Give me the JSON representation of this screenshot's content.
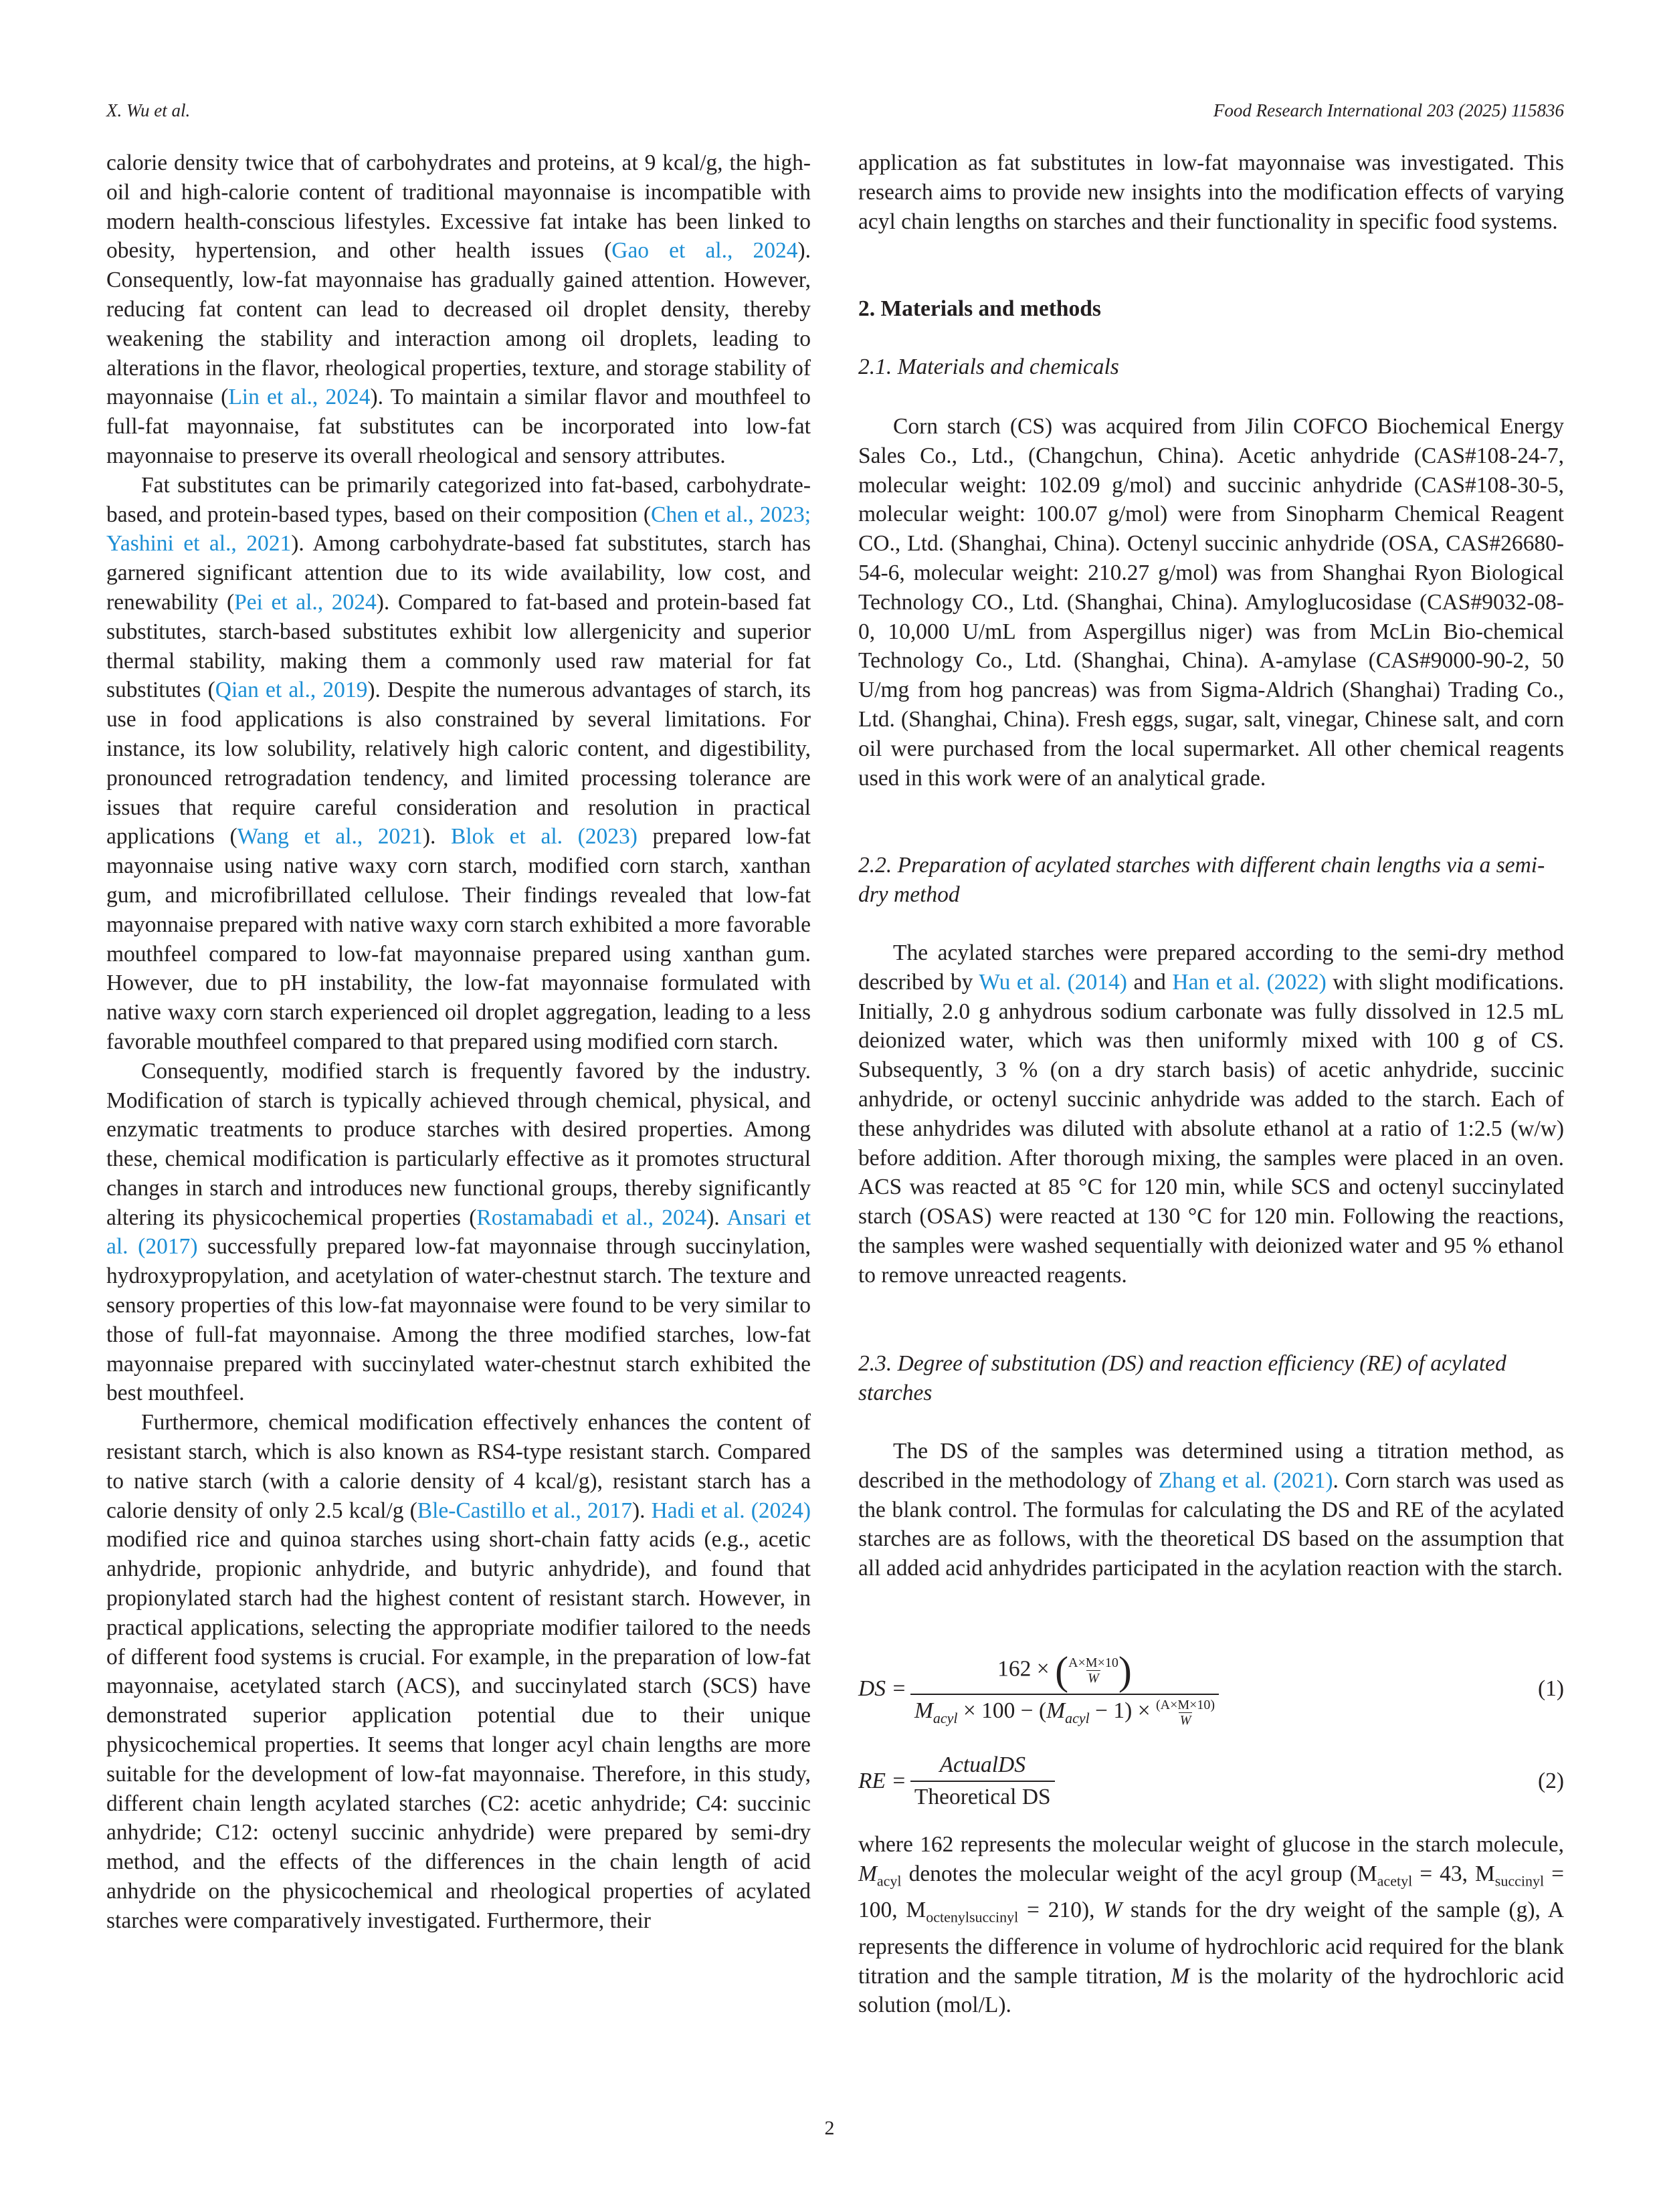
{
  "header": {
    "authors": "X. Wu et al.",
    "journal": "Food Research International 203 (2025) 115836"
  },
  "left": {
    "paragraphs": [
      {
        "indent": false,
        "segments": [
          {
            "t": "calorie density twice that of carbohydrates and proteins, at 9 kcal/g, the high-oil and high-calorie content of traditional mayonnaise is incompatible with modern health-conscious lifestyles. Excessive fat intake has been linked to obesity, hypertension, and other health issues ("
          },
          {
            "t": "Gao et al., 2024",
            "link": true
          },
          {
            "t": "). Consequently, low-fat mayonnaise has gradually gained attention. However, reducing fat content can lead to decreased oil droplet density, thereby weakening the stability and interaction among oil droplets, leading to alterations in the flavor, rheological properties, texture, and storage stability of mayonnaise ("
          },
          {
            "t": "Lin et al., 2024",
            "link": true
          },
          {
            "t": "). To maintain a similar flavor and mouthfeel to full-fat mayonnaise, fat substitutes can be incorporated into low-fat mayonnaise to preserve its overall rheological and sensory attributes."
          }
        ]
      },
      {
        "indent": true,
        "segments": [
          {
            "t": "Fat substitutes can be primarily categorized into fat-based, carbohydrate-based, and protein-based types, based on their composition ("
          },
          {
            "t": "Chen et al., 2023; Yashini et al., 2021",
            "link": true
          },
          {
            "t": "). Among carbohydrate-based fat substitutes, starch has garnered significant attention due to its wide availability, low cost, and renewability ("
          },
          {
            "t": "Pei et al., 2024",
            "link": true
          },
          {
            "t": "). Compared to fat-based and protein-based fat substitutes, starch-based substitutes exhibit low allergenicity and superior thermal stability, making them a commonly used raw material for fat substitutes ("
          },
          {
            "t": "Qian et al., 2019",
            "link": true
          },
          {
            "t": "). Despite the numerous advantages of starch, its use in food applications is also constrained by several limitations. For instance, its low solubility, relatively high caloric content, and digestibility, pronounced retrogradation tendency, and limited processing tolerance are issues that require careful consideration and resolution in practical applications ("
          },
          {
            "t": "Wang et al., 2021",
            "link": true
          },
          {
            "t": "). "
          },
          {
            "t": "Blok et al. (2023)",
            "link": true
          },
          {
            "t": " prepared low-fat mayonnaise using native waxy corn starch, modified corn starch, xanthan gum, and microfibrillated cellulose. Their findings revealed that low-fat mayonnaise prepared with native waxy corn starch exhibited a more favorable mouthfeel compared to low-fat mayonnaise prepared using xanthan gum. However, due to pH instability, the low-fat mayonnaise formulated with native waxy corn starch experienced oil droplet aggregation, leading to a less favorable mouthfeel compared to that prepared using modified corn starch."
          }
        ]
      },
      {
        "indent": true,
        "segments": [
          {
            "t": "Consequently, modified starch is frequently favored by the industry. Modification of starch is typically achieved through chemical, physical, and enzymatic treatments to produce starches with desired properties. Among these, chemical modification is particularly effective as it promotes structural changes in starch and introduces new functional groups, thereby significantly altering its physicochemical properties ("
          },
          {
            "t": "Rostamabadi et al., 2024",
            "link": true
          },
          {
            "t": "). "
          },
          {
            "t": "Ansari et al. (2017)",
            "link": true
          },
          {
            "t": " successfully prepared low-fat mayonnaise through succinylation, hydroxypropylation, and acetylation of water-chestnut starch. The texture and sensory properties of this low-fat mayonnaise were found to be very similar to those of full-fat mayonnaise. Among the three modified starches, low-fat mayonnaise prepared with succinylated water-chestnut starch exhibited the best mouthfeel."
          }
        ]
      },
      {
        "indent": true,
        "segments": [
          {
            "t": "Furthermore, chemical modification effectively enhances the content of resistant starch, which is also known as RS4-type resistant starch. Compared to native starch (with a calorie density of 4 kcal/g), resistant starch has a calorie density of only 2.5 kcal/g ("
          },
          {
            "t": "Ble-Castillo et al., 2017",
            "link": true
          },
          {
            "t": "). "
          },
          {
            "t": "Hadi et al. (2024)",
            "link": true
          },
          {
            "t": " modified rice and quinoa starches using short-chain fatty acids (e.g., acetic anhydride, propionic anhydride, and butyric anhydride), and found that propionylated starch had the highest content of resistant starch. However, in practical applications, selecting the appropriate modifier tailored to the needs of different food systems is crucial. For example, in the preparation of low-fat mayonnaise, acetylated starch (ACS), and succinylated starch (SCS) have demonstrated superior application potential due to their unique physicochemical properties. It seems that longer acyl chain lengths are more suitable for the development of low-fat mayonnaise. Therefore, in this study, different chain length acylated starches (C2: acetic anhydride; C4: succinic anhydride; C12: octenyl succinic anhydride) were prepared by semi-dry method, and the effects of the differences in the chain length of acid anhydride on the physicochemical and rheological properties of acylated starches were comparatively investigated. Furthermore, their"
          }
        ]
      }
    ]
  },
  "right": {
    "intro": {
      "indent": false,
      "segments": [
        {
          "t": "application as fat substitutes in low-fat mayonnaise was investigated. This research aims to provide new insights into the modification effects of varying acyl chain lengths on starches and their functionality in specific food systems."
        }
      ]
    },
    "section_title": "2. Materials and methods",
    "s21_title": "2.1. Materials and chemicals",
    "s21": {
      "indent": true,
      "segments": [
        {
          "t": "Corn starch (CS) was acquired from Jilin COFCO Biochemical Energy Sales Co., Ltd., (Changchun, China). Acetic anhydride (CAS#108-24-7, molecular weight: 102.09 g/mol) and succinic anhydride (CAS#108-30-5, molecular weight: 100.07 g/mol) were from Sinopharm Chemical Reagent CO., Ltd. (Shanghai, China). Octenyl succinic anhydride (OSA, CAS#26680-54-6, molecular weight: 210.27 g/mol) was from Shanghai Ryon Biological Technology CO., Ltd. (Shanghai, China). Amyloglucosidase (CAS#9032-08-0, 10,000 U/mL from Aspergillus niger) was from McLin Bio-chemical Technology Co., Ltd. (Shanghai, China). A-amylase (CAS#9000-90-2, 50 U/mg from hog pancreas) was from Sigma-Aldrich (Shanghai) Trading Co., Ltd. (Shanghai, China). Fresh eggs, sugar, salt, vinegar, Chinese salt, and corn oil were purchased from the local supermarket. All other chemical reagents used in this work were of an analytical grade."
        }
      ]
    },
    "s22_title": "2.2. Preparation of acylated starches with different chain lengths via a semi-dry method",
    "s22": {
      "indent": true,
      "segments": [
        {
          "t": "The acylated starches were prepared according to the semi-dry method described by "
        },
        {
          "t": "Wu et al. (2014)",
          "link": true
        },
        {
          "t": " and "
        },
        {
          "t": "Han et al. (2022)",
          "link": true
        },
        {
          "t": " with slight modifications. Initially, 2.0 g anhydrous sodium carbonate was fully dissolved in 12.5 mL deionized water, which was then uniformly mixed with 100 g of CS. Subsequently, 3 % (on a dry starch basis) of acetic anhydride, succinic anhydride, or octenyl succinic anhydride was added to the starch. Each of these anhydrides was diluted with absolute ethanol at a ratio of 1:2.5 (w/w) before addition. After thorough mixing, the samples were placed in an oven. ACS was reacted at 85 °C for 120 min, while SCS and octenyl succinylated starch (OSAS) were reacted at 130 °C for 120 min. Following the reactions, the samples were washed sequentially with deionized water and 95 % ethanol to remove unreacted reagents."
        }
      ]
    },
    "s23_title": "2.3. Degree of substitution (DS) and reaction efficiency (RE) of acylated starches",
    "s23": {
      "indent": true,
      "segments": [
        {
          "t": "The DS of the samples was determined using a titration method, as described in the methodology of "
        },
        {
          "t": "Zhang et al. (2021)",
          "link": true
        },
        {
          "t": ". Corn starch was used as the blank control. The formulas for calculating the DS and RE of the acylated starches are as follows, with the theoretical DS based on the assumption that all added acid anhydrides participated in the acylation reaction with the starch."
        }
      ]
    },
    "eq1": {
      "lhs": "DS =",
      "num_a": "162 ×",
      "inner": "A×M×10",
      "W": "W",
      "den_a": "M",
      "acyl": "acyl",
      "den_b": "× 100 −",
      "den_c": "− 1",
      "den_d": "×",
      "inner2": "(A×M×10)",
      "number": "(1)"
    },
    "eq2": {
      "lhs": "RE =",
      "num": "ActualDS",
      "den": "Theoretical DS",
      "number": "(2)"
    },
    "where": {
      "indent": false,
      "segments": [
        {
          "t": "where 162 represents the molecular weight of glucose in the starch molecule, "
        },
        {
          "t": "M",
          "i": true
        },
        {
          "t": "acyl",
          "sub": true
        },
        {
          "t": " denotes the molecular weight of the acyl group (M"
        },
        {
          "t": "acetyl",
          "sub": true
        },
        {
          "t": " = 43, M"
        },
        {
          "t": "succinyl",
          "sub": true
        },
        {
          "t": " = 100, M"
        },
        {
          "t": "octenylsuccinyl",
          "sub": true
        },
        {
          "t": " = 210), "
        },
        {
          "t": "W",
          "i": true
        },
        {
          "t": " stands for the dry weight of the sample (g), A represents the difference in volume of hydrochloric acid required for the blank titration and the sample titration, "
        },
        {
          "t": "M",
          "i": true
        },
        {
          "t": " is the molarity of the hydrochloric acid solution (mol/L)."
        }
      ]
    }
  },
  "page_number": "2"
}
